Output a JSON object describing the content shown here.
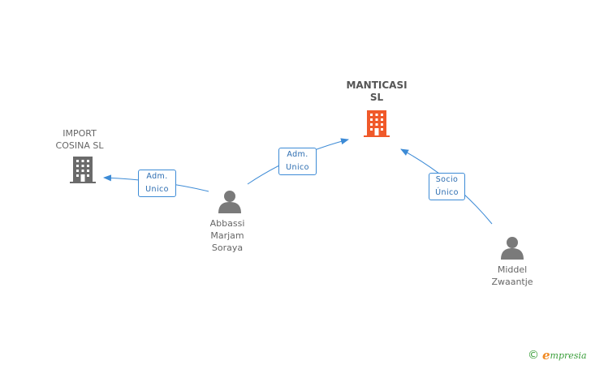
{
  "nodes": {
    "import_cosina": {
      "lines": [
        "IMPORT",
        "COSINA SL"
      ],
      "icon": "building-icon",
      "color": "#6b6b6b"
    },
    "manticasi": {
      "lines": [
        "MANTICASI",
        "SL"
      ],
      "icon": "building-icon",
      "color": "#f0592a"
    },
    "abbassi": {
      "lines": [
        "Abbassi",
        "Marjam",
        "Soraya"
      ],
      "icon": "person-icon",
      "color": "#7a7a7a"
    },
    "middel": {
      "lines": [
        "Middel",
        "Zwaantje"
      ],
      "icon": "person-icon",
      "color": "#7a7a7a"
    }
  },
  "edges": {
    "abbassi_import": {
      "lines": [
        "Adm.",
        "Unico"
      ]
    },
    "abbassi_manticasi": {
      "lines": [
        "Adm.",
        "Unico"
      ]
    },
    "middel_manticasi": {
      "lines": [
        "Socio",
        "Único"
      ]
    }
  },
  "edge_color": "#3d8bd6",
  "brand": {
    "copyright": "©",
    "initial": "e",
    "name": "mpresia"
  }
}
